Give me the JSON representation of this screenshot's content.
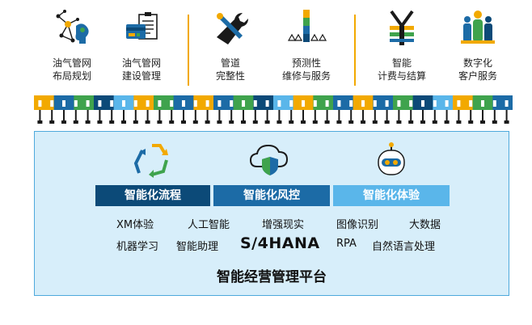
{
  "scenarios": [
    {
      "line1": "油气管网",
      "line2": "布局规划",
      "icon": "network-brain-icon"
    },
    {
      "line1": "油气管网",
      "line2": "建设管理",
      "icon": "card-clipboard-icon"
    },
    {
      "line1": "管道",
      "line2": "完整性",
      "icon": "wrench-tools-icon"
    },
    {
      "line1": "预测性",
      "line2": "维修与服务",
      "icon": "warning-bar-icon"
    },
    {
      "line1": "智能",
      "line2": "计费与结算",
      "icon": "yen-icon"
    },
    {
      "line1": "数字化",
      "line2": "客户服务",
      "icon": "people-icon"
    }
  ],
  "capabilities": [
    {
      "label": "智能化流程",
      "icon": "recycle-arrows-icon"
    },
    {
      "label": "智能化风控",
      "icon": "cloud-shield-icon"
    },
    {
      "label": "智能化体验",
      "icon": "robot-icon"
    }
  ],
  "technologies": {
    "xm": "XM体验",
    "ai": "人工智能",
    "ar": "增强现实",
    "image": "图像识别",
    "bigdata": "大数据",
    "ml": "机器学习",
    "assistant": "智能助理",
    "s4": "S/4HANA",
    "rpa": "RPA",
    "nlp": "自然语言处理"
  },
  "platform_title": "智能经营管理平台",
  "colors": {
    "navy": "#0c4a78",
    "mid_blue": "#1c6ba6",
    "light_blue": "#5ab6ea",
    "gold": "#f2a900",
    "green": "#3fa34d",
    "platform_bg": "#d7eefa"
  }
}
